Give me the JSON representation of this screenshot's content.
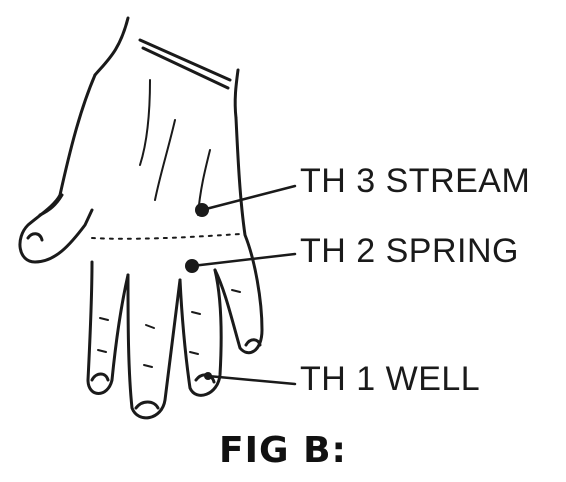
{
  "points": {
    "th3": "TH 3 STREAM",
    "th2": "TH 2 SPRING",
    "th1": "TH 1 WELL"
  },
  "caption": "FIG B:",
  "colors": {
    "ink": "#1a1a1a",
    "background": "#ffffff"
  },
  "icons": [
    "hand-illustration",
    "acupoint-dot"
  ]
}
